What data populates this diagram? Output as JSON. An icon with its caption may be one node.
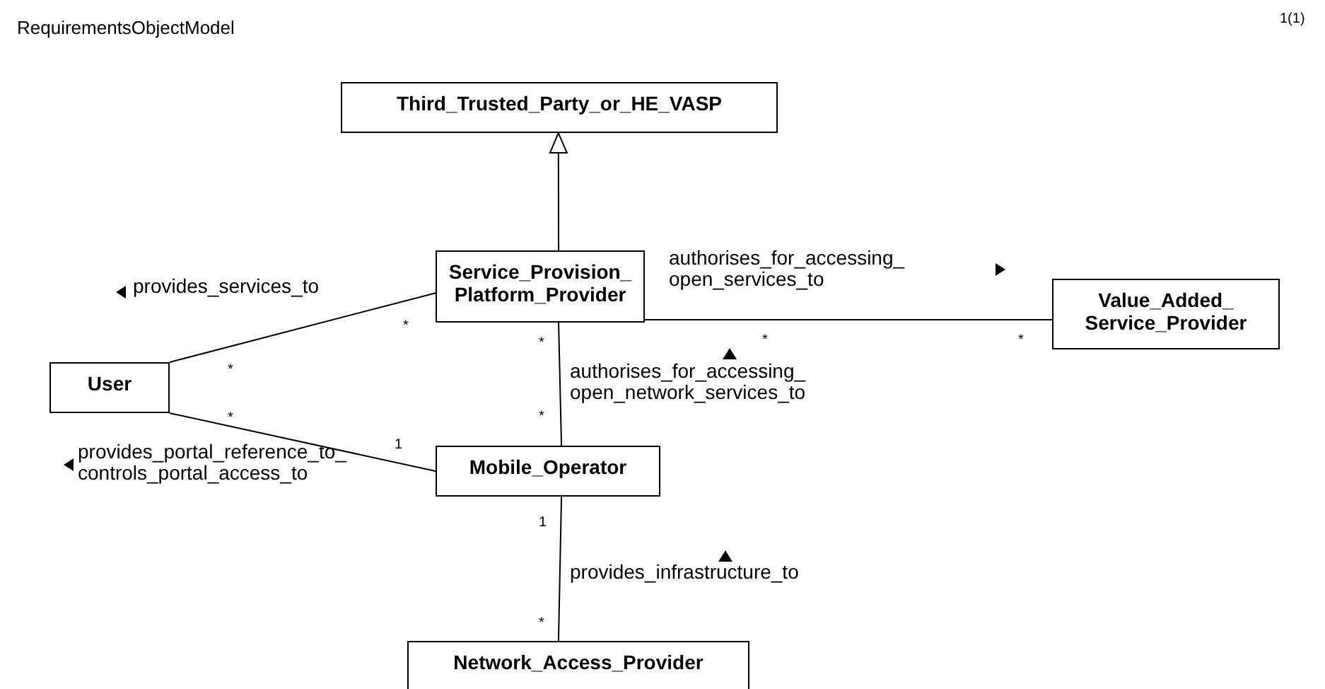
{
  "diagram": {
    "title": "RequirementsObjectModel",
    "nodes": [
      {
        "text": [
          "Third_Trusted_Party_or_HE_VASP"
        ]
      },
      {
        "text": [
          "Service_Provision_ Platform_Provider"
        ]
      },
      {
        "text": [
          "Value_Added_ Service_Provider"
        ]
      },
      {
        "text": [
          "User"
        ]
      },
      {
        "text": [
          "Mobile_Operator"
        ]
      },
      {
        "text": [
          "Network_Access_Provider"
        ]
      }
    ],
    "edges": [
      {
        "from": 1,
        "to": 0,
        "arrow": "to"
      },
      {
        "from": 3,
        "to": 1,
        "arrow": "none",
        "label": "provides_services_to"
      },
      {
        "from": 1,
        "to": 2,
        "arrow": "none",
        "label": "authorises_for_accessing_ open_services_to"
      },
      {
        "from": 1,
        "to": 4,
        "arrow": "none",
        "label": "authorises_for_accessing_ open_network_services_to"
      },
      {
        "from": 3,
        "to": 4,
        "arrow": "none",
        "label": "provides_portal_reference_to_ controls_portal_access_to"
      },
      {
        "from": 4,
        "to": 5,
        "arrow": "none",
        "label": "provides_infrastructure_to"
      }
    ],
    "labels": [
      "1(1)",
      "*",
      "*",
      "*",
      "*",
      "*",
      "*",
      "*",
      "1",
      "*",
      "1"
    ]
  }
}
